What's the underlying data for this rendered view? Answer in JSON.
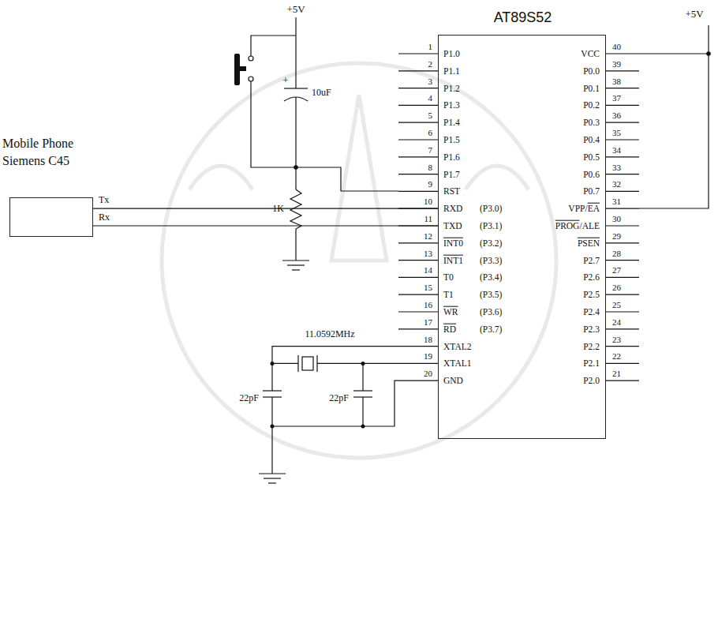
{
  "diagram": {
    "nodes": [
      {
        "text": [
          "Mobile Phone Siemens C45"
        ]
      },
      {
        "text": [
          "AT89S52"
        ]
      }
    ],
    "edges": [
      {
        "from": 0,
        "to": 1,
        "arrow": "none"
      },
      {
        "from": 0,
        "to": 1,
        "arrow": "none"
      }
    ],
    "labels": [
      "+5V",
      "+",
      "10uF",
      "1K",
      "+5V",
      "11.0592MHz",
      "22pF",
      "22pF",
      "Tx",
      "Rx",
      "1",
      "P1.0",
      "2",
      "P1.1",
      "3",
      "P1.2",
      "4",
      "P1.3",
      "5",
      "P1.4",
      "6",
      "P1.5",
      "7",
      "P1.6",
      "8",
      "P1.7",
      "9",
      "RST",
      "10",
      "RXD",
      "(P3.0)",
      "11",
      "TXD",
      "(P3.1)",
      "12",
      "INT0",
      "(P3.2)",
      "13",
      "INT1",
      "(P3.3)",
      "14",
      "T0",
      "(P3.4)",
      "15",
      "T1",
      "(P3.5)",
      "16",
      "WR",
      "(P3.6)",
      "17",
      "RD",
      "(P3.7)",
      "18",
      "XTAL2",
      "19",
      "XTAL1",
      "20",
      "GND",
      "21",
      "P2.0",
      "22",
      "P2.1",
      "23",
      "P2.2",
      "24",
      "P2.3",
      "25",
      "P2.4",
      "26",
      "P2.5",
      "27",
      "P2.6",
      "28",
      "P2.7",
      "29",
      "PSEN",
      "30",
      "PROG",
      "/ALE",
      "31",
      "VPP/",
      "EA",
      "32",
      "P0.7",
      "33",
      "P0.6",
      "34",
      "P0.5",
      "35",
      "P0.4",
      "36",
      "P0.3",
      "37",
      "P0.2",
      "38",
      "P0.1",
      "39",
      "P0.0",
      "40",
      "VCC"
    ]
  }
}
